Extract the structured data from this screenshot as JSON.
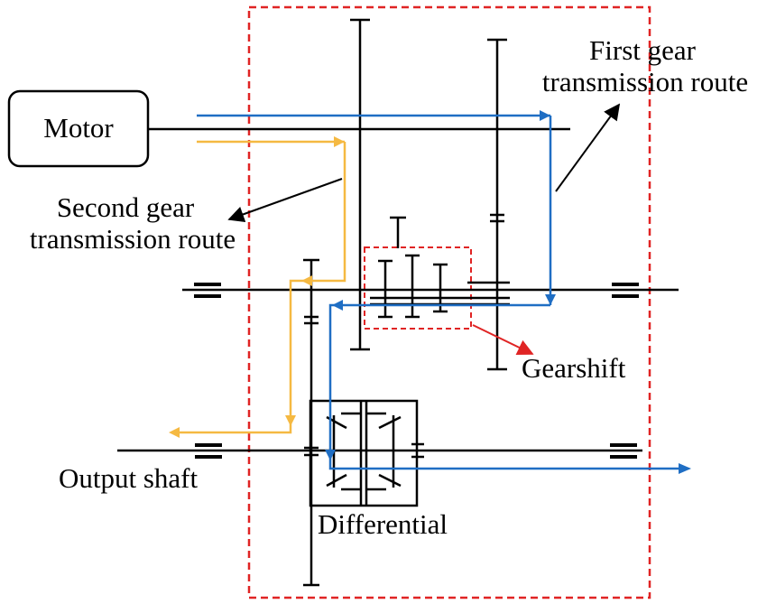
{
  "labels": {
    "motor": "Motor",
    "first_gear_line1": "First gear",
    "first_gear_line2": "transmission route",
    "second_gear_line1": "Second gear",
    "second_gear_line2": "transmission route",
    "gearshift": "Gearshift",
    "output_shaft": "Output shaft",
    "differential": "Differential"
  },
  "colors": {
    "shaft": "#000000",
    "first_gear_route": "#1f6ec4",
    "second_gear_route": "#f5b942",
    "enclosure": "#e02424",
    "gearshift_pointer": "#e02424"
  }
}
